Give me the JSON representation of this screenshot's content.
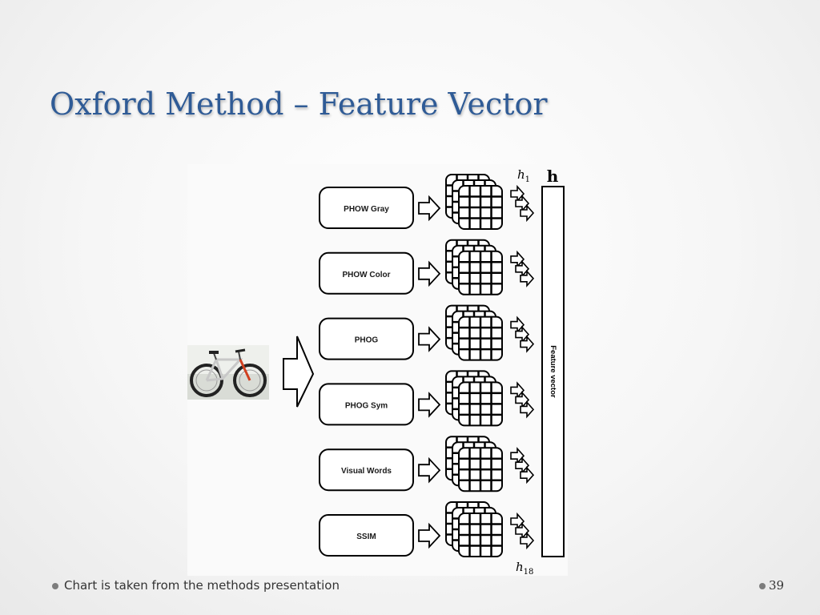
{
  "slide": {
    "title": "Oxford Method – Feature Vector",
    "footer_caption": "Chart is taken from the methods presentation",
    "page_number": "39"
  },
  "diagram": {
    "input_image": "bicycle-photo",
    "methods": [
      "PHOW Gray",
      "PHOW Color",
      "PHOG",
      "PHOG Sym",
      "Visual Words",
      "SSIM"
    ],
    "histogram_first_label": "h",
    "histogram_first_sub": "1",
    "histogram_last_label": "h",
    "histogram_last_sub": "18",
    "vector_label": "h",
    "vector_caption": "Feature vector"
  }
}
